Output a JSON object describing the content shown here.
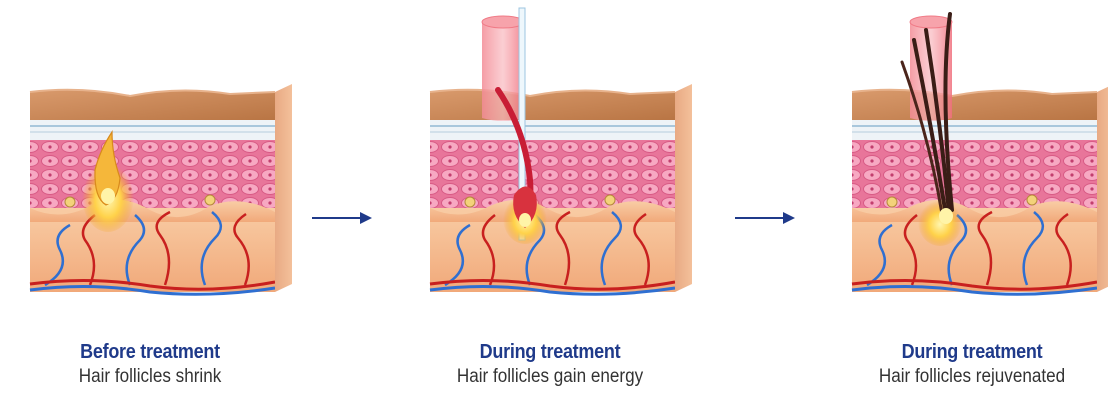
{
  "stages": [
    {
      "title": "Before treatment",
      "subtitle": "Hair follicles shrink"
    },
    {
      "title": "During treatment",
      "subtitle": "Hair follicles gain energy"
    },
    {
      "title": "During treatment",
      "subtitle": "Hair follicles rejuvenated"
    }
  ],
  "colors": {
    "title_text": "#1f3a8a",
    "subtitle_text": "#333333",
    "arrow": "#1f3a8a",
    "skin_surface": "#c98857",
    "epidermis": "#f08fb0",
    "dermis": "#f6c199",
    "vein": "#2f6fd1",
    "artery": "#c8201f",
    "laser_beam": "#f27a86",
    "hair": "#3a1d16"
  },
  "icons": [
    "arrow-right-icon",
    "arrow-right-icon"
  ]
}
